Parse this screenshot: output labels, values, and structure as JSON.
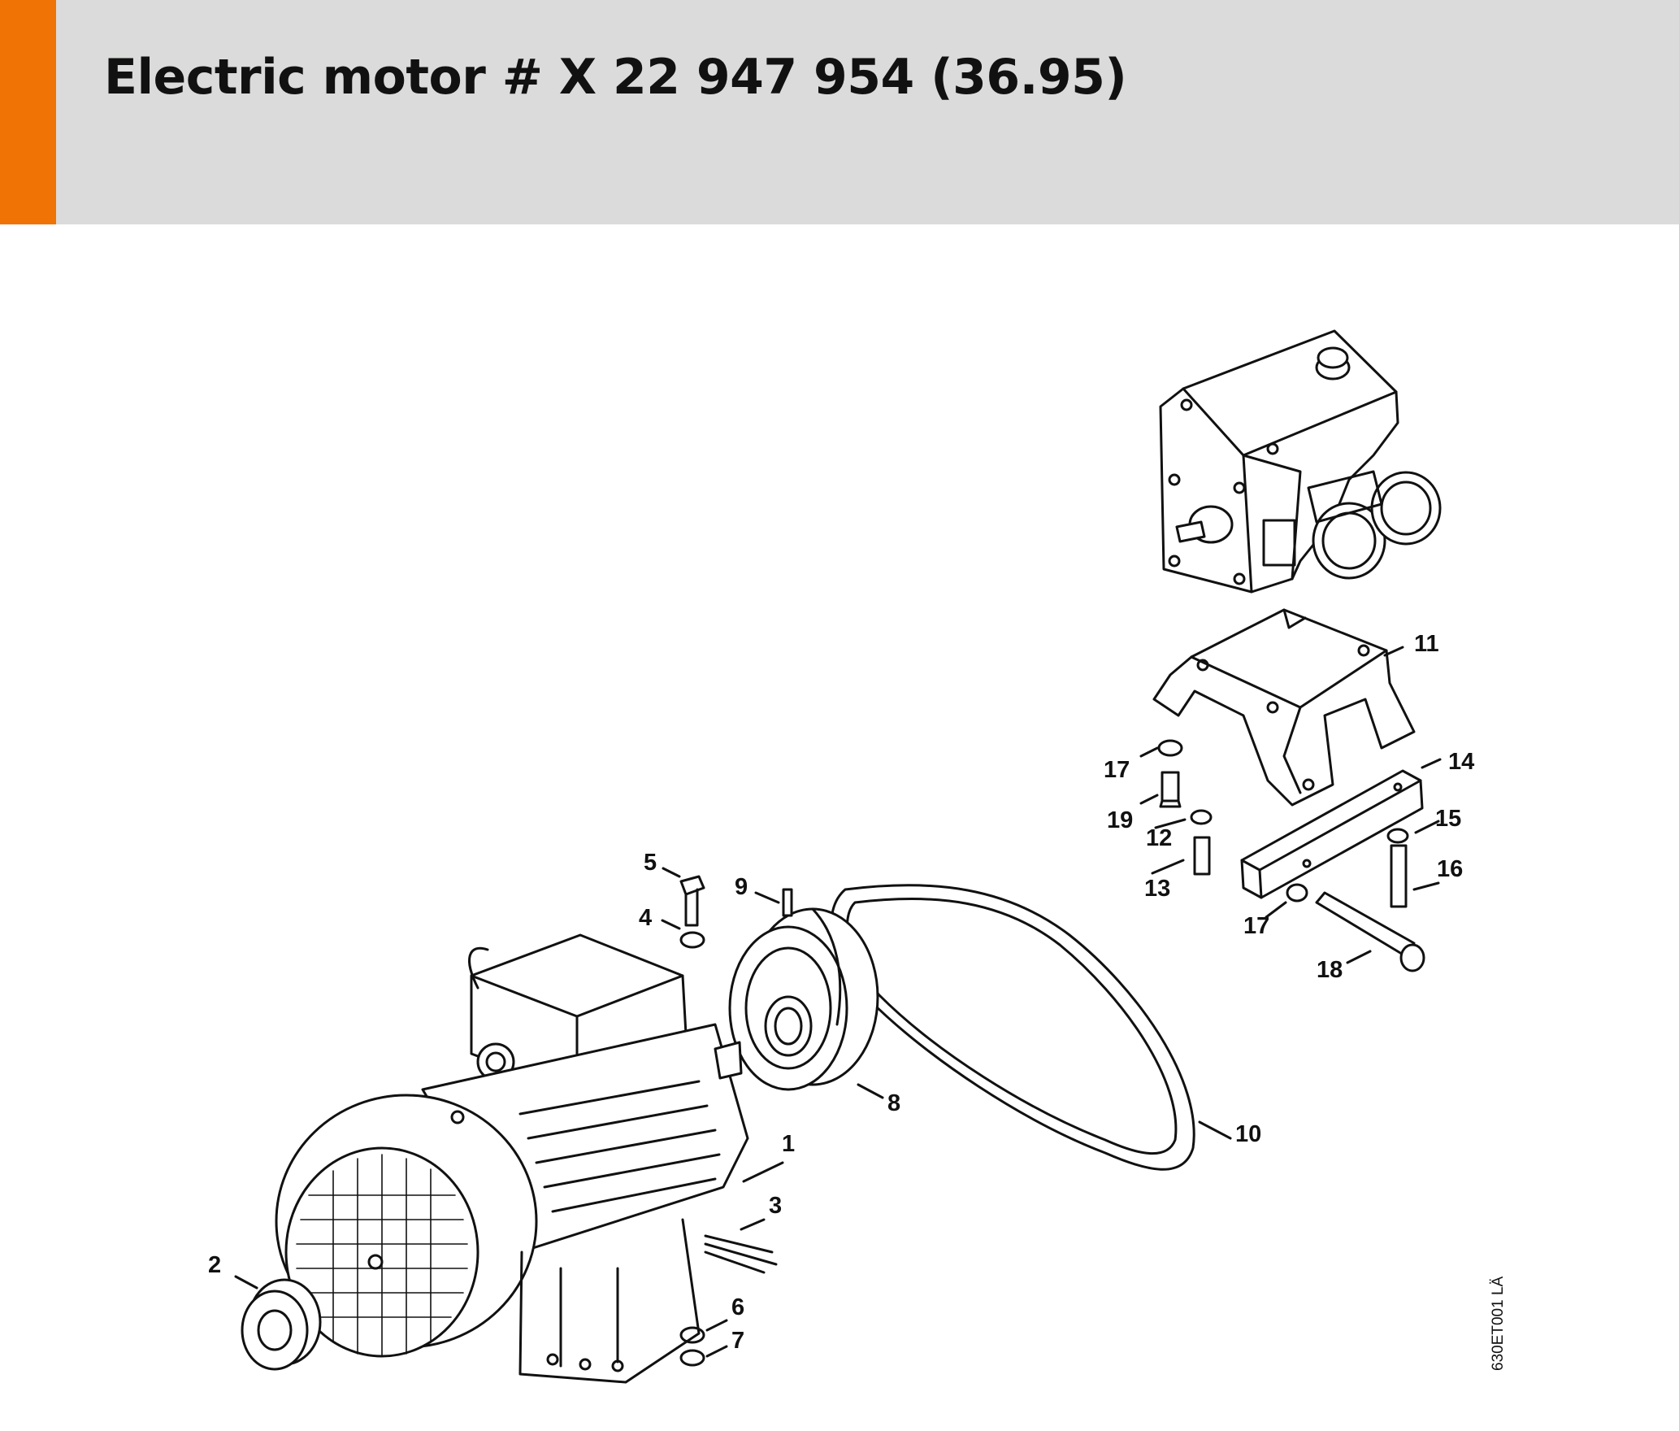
{
  "header": {
    "title": "Electric motor # X 22 947 954 (36.95)",
    "accent_color": "#f07305",
    "band_color": "#dadbda"
  },
  "diagram": {
    "callouts": [
      "1",
      "2",
      "3",
      "4",
      "5",
      "6",
      "7",
      "8",
      "9",
      "10",
      "11",
      "12",
      "13",
      "14",
      "15",
      "16",
      "17",
      "17",
      "18",
      "19"
    ],
    "reference_code": "630ET001 LÄ"
  }
}
